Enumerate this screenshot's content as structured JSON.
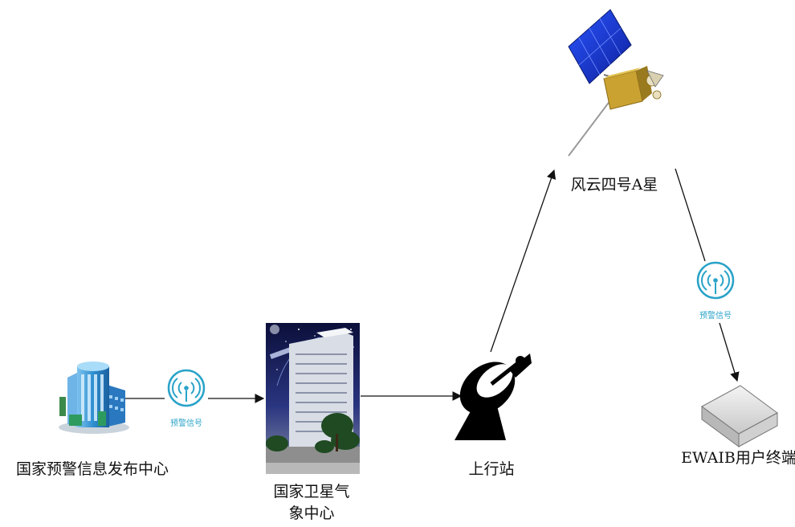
{
  "nodes": {
    "warning_center": {
      "label": "国家预警信息发布中心"
    },
    "meteo_center": {
      "label_line1": "国家卫星气",
      "label_line2": "象中心"
    },
    "uplink_station": {
      "label": "上行站"
    },
    "satellite": {
      "label": "风云四号A星"
    },
    "user_terminal": {
      "label": "EWAIB用户终端"
    }
  },
  "signals": {
    "left": {
      "label": "预警信号"
    },
    "right": {
      "label": "预警信号"
    }
  },
  "colors": {
    "arrow": "#111111",
    "signal": "#29a3c8",
    "building": "#2f8fd0",
    "solar_panel": "#1a3fd8",
    "satellite_body": "#c9a232"
  }
}
